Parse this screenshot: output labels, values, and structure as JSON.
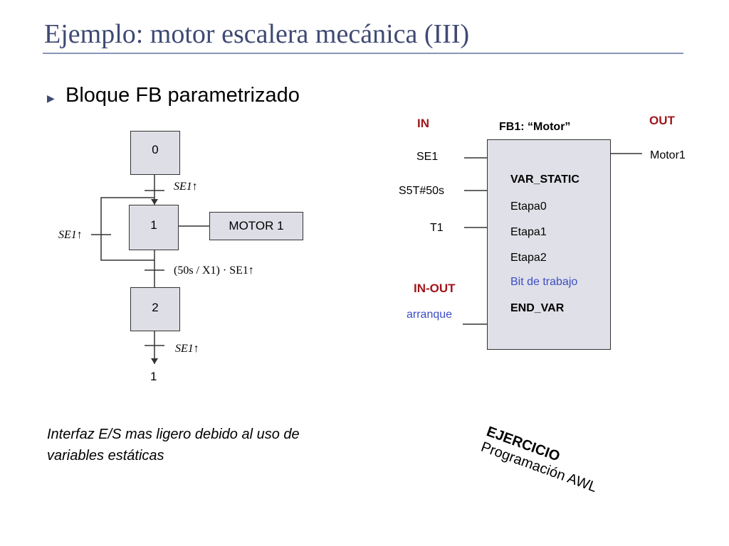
{
  "slide": {
    "title": "Ejemplo: motor escalera mecánica (III)",
    "bullet": "Bloque FB parametrizado",
    "bullet_icon": "triangle-right-icon"
  },
  "grafcet": {
    "steps": [
      "0",
      "1",
      "2"
    ],
    "action": "MOTOR 1",
    "transitions": {
      "t01": "SE1↑",
      "t12": "(50s / X1) · SE1↑",
      "t21": "SE1↑",
      "loop": "SE1↑"
    },
    "jump_target": "1"
  },
  "fb": {
    "title": "FB1: “Motor”",
    "in_header": "IN",
    "out_header": "OUT",
    "inout_header": "IN-OUT",
    "inputs": [
      "SE1",
      "S5T#50s",
      "T1"
    ],
    "output": "Motor1",
    "inout": "arranque",
    "var_static": "VAR_STATIC",
    "vars": [
      "Etapa0",
      "Etapa1",
      "Etapa2"
    ],
    "work_bit": "Bit de trabajo",
    "end_var": "END_VAR",
    "colors": {
      "header_red": "#a0161b",
      "inout_blue": "#3b4dc4",
      "box_fill": "#e0e0e8"
    }
  },
  "note": {
    "line1": "Interfaz E/S mas ligero debido al uso de",
    "line2": "variables estáticas"
  },
  "exercise": {
    "line1": "EJERCICIO",
    "line2": "Programación AWL"
  }
}
